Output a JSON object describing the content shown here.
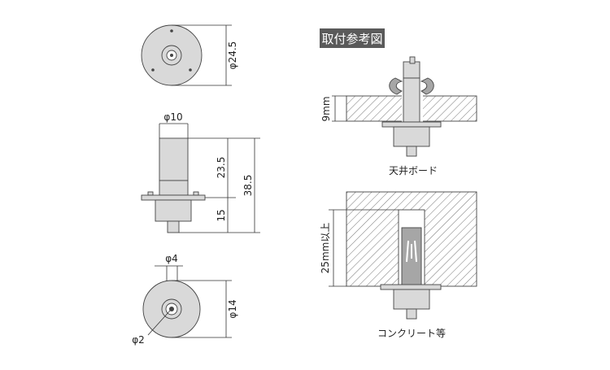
{
  "title_badge": "取付参考図",
  "dims": {
    "d_flange": "φ24.5",
    "d_body": "φ10",
    "len_upper": "23.5",
    "len_total": "38.5",
    "len_lower": "15",
    "d_pin": "φ4",
    "d_socket": "φ14",
    "d_hole": "φ2"
  },
  "install": {
    "thickness_label": "9mm",
    "ceiling_caption": "天井ボード",
    "depth_label": "25mm以上",
    "concrete_caption": "コンクリート等"
  },
  "colors": {
    "badge": "#5a5a5a",
    "part_fill": "#d9d9d9",
    "insert_fill": "#a6a6a6",
    "hatch": "#777777"
  }
}
